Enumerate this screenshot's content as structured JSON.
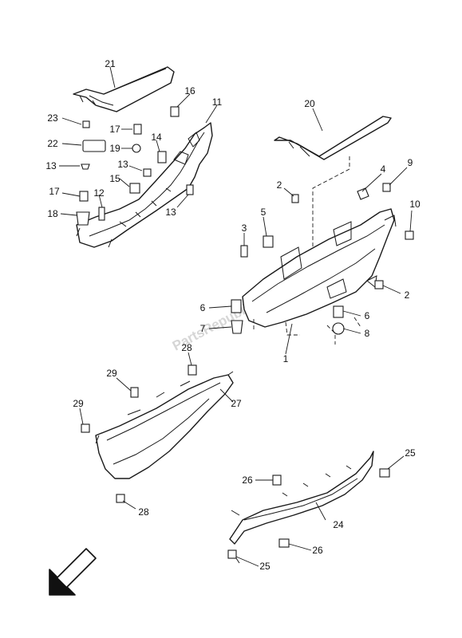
{
  "watermark": "PartsRepublik",
  "callouts": [
    {
      "id": "c21",
      "label": "21"
    },
    {
      "id": "c16",
      "label": "16"
    },
    {
      "id": "c11",
      "label": "11"
    },
    {
      "id": "c23",
      "label": "23"
    },
    {
      "id": "c17a",
      "label": "17"
    },
    {
      "id": "c19",
      "label": "19"
    },
    {
      "id": "c14",
      "label": "14"
    },
    {
      "id": "c22",
      "label": "22"
    },
    {
      "id": "c13a",
      "label": "13"
    },
    {
      "id": "c13b",
      "label": "13"
    },
    {
      "id": "c15",
      "label": "15"
    },
    {
      "id": "c17b",
      "label": "17"
    },
    {
      "id": "c12",
      "label": "12"
    },
    {
      "id": "c18",
      "label": "18"
    },
    {
      "id": "c13c",
      "label": "13"
    },
    {
      "id": "c20",
      "label": "20"
    },
    {
      "id": "c4",
      "label": "4"
    },
    {
      "id": "c9",
      "label": "9"
    },
    {
      "id": "c2a",
      "label": "2"
    },
    {
      "id": "c5",
      "label": "5"
    },
    {
      "id": "c10",
      "label": "10"
    },
    {
      "id": "c3",
      "label": "3"
    },
    {
      "id": "c2b",
      "label": "2"
    },
    {
      "id": "c6a",
      "label": "6"
    },
    {
      "id": "c7",
      "label": "7"
    },
    {
      "id": "c6b",
      "label": "6"
    },
    {
      "id": "c8",
      "label": "8"
    },
    {
      "id": "c1",
      "label": "1"
    },
    {
      "id": "c28a",
      "label": "28"
    },
    {
      "id": "c29a",
      "label": "29"
    },
    {
      "id": "c27",
      "label": "27"
    },
    {
      "id": "c29b",
      "label": "29"
    },
    {
      "id": "c25a",
      "label": "25"
    },
    {
      "id": "c26a",
      "label": "26"
    },
    {
      "id": "c28b",
      "label": "28"
    },
    {
      "id": "c24",
      "label": "24"
    },
    {
      "id": "c26b",
      "label": "26"
    },
    {
      "id": "c25b",
      "label": "25"
    }
  ]
}
